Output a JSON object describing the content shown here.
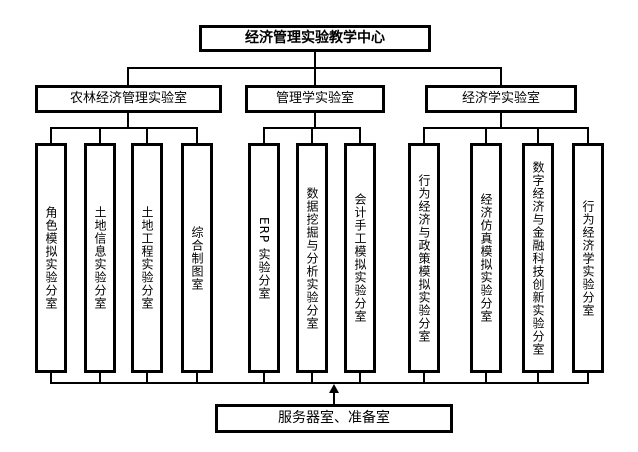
{
  "org": {
    "root": "经济管理实验教学中心",
    "groups": [
      {
        "label": "农林经济管理实验室",
        "children": [
          "角色模拟实验分室",
          "土地信息实验分室",
          "土地工程实验分室",
          "综合制图室"
        ]
      },
      {
        "label": "管理学实验室",
        "children": [
          "ERP 实验分室",
          "数据挖掘与分析实验分室",
          "会计手工模拟实验分室"
        ]
      },
      {
        "label": "经济学实验室",
        "children": [
          "行为经济与政策模拟实验分室",
          "经济仿真模拟实验分室",
          "数字经济与金融科技创新实验分室",
          "行为经济学实验分室"
        ]
      }
    ],
    "server_room": "服务器室、准备室",
    "colors": {
      "line": "#000000",
      "box_border": "#000000",
      "background": "#ffffff"
    }
  }
}
